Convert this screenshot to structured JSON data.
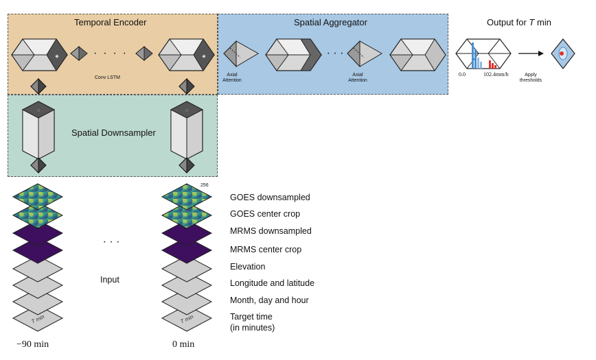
{
  "panels": {
    "temporal_encoder": {
      "title": "Temporal Encoder",
      "sublabel": "Conv LSTM",
      "color": "#e8cda5"
    },
    "spatial_aggregator": {
      "title": "Spatial Aggregator",
      "axial_label_1": "Axial\nAttention",
      "axial_label_2": "Axial\nAttention",
      "color": "#a8c8e4"
    },
    "spatial_downsampler": {
      "title": "Spatial Downsampler",
      "color": "#bcd9cf"
    }
  },
  "output": {
    "title_prefix": "Output for ",
    "title_var": "T",
    "title_suffix": " min",
    "hist_min": "0.0",
    "hist_max": "102.4mm/h",
    "apply_label": "Apply\nthresholds"
  },
  "input": {
    "label": "Input",
    "ellipsis": "· · ·",
    "time_start": "−90 min",
    "time_end": "0 min",
    "size_label": "256",
    "target_layer_text": "T min"
  },
  "legend": [
    "GOES downsampled",
    "GOES center crop",
    "MRMS downsampled",
    "MRMS center crop",
    "Elevation",
    "Longitude and latitude",
    "Month, day and hour",
    "Target time",
    "(in minutes)"
  ],
  "colors": {
    "goes_dark": "#2d6a86",
    "goes_mid": "#3a9e8a",
    "goes_light": "#c9d44a",
    "mrms": "#3d0f5e",
    "grey_layer": "#cfcfcf",
    "hist_blue": "#4a8fd0",
    "hist_red": "#e0302a"
  }
}
